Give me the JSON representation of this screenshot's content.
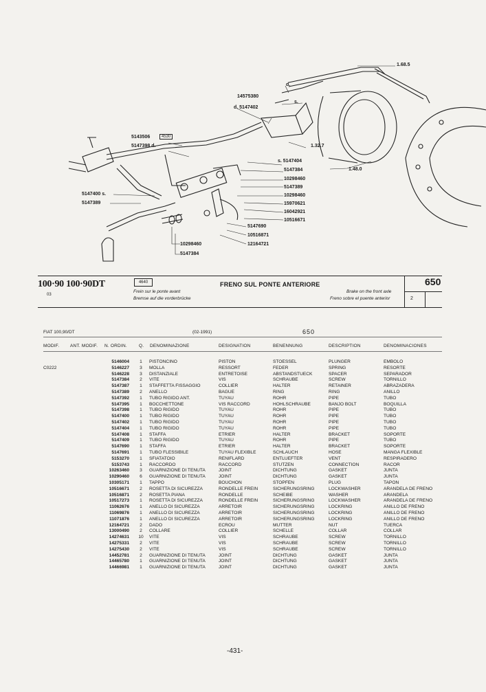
{
  "diagram": {
    "callouts": [
      "1.68.5",
      "d.",
      "14575380",
      "s.",
      "d. 5147402",
      "5143506",
      "4530",
      "5147398 d.",
      "1.32.7",
      "s. 5147404",
      "5147384",
      "10298460",
      "5147389",
      "10298460",
      "15970621",
      "1.48.0",
      "5147400 s.",
      "5147389",
      "16042921",
      "10516671",
      "5147690",
      "10516871",
      "12164721",
      "10298460",
      "5147384"
    ]
  },
  "header": {
    "model": "100·90 100·90DT",
    "model_sub": "03",
    "box_code": "4640",
    "title_it": "FRENO SUL PONTE ANTERIORE",
    "title_fr": "Frein sur le ponte avant",
    "title_de": "Bremse auf die vorderbrücke",
    "title_en": "Brake on the front axle",
    "title_es": "Freno sobre el puente anterior",
    "section": "650",
    "section_sub": "2"
  },
  "table_meta": {
    "model": "FIAT 100,90/DT",
    "date": "(02-1991)",
    "section": "650"
  },
  "columns": [
    "MODIF.",
    "ANT. MODIF.",
    "N. ORDIN.",
    "Q.",
    "DENOMINAZIONE",
    "DESIGNATION",
    "BENENNUNG",
    "DESCRIPTION",
    "DENOMINACIONES"
  ],
  "rows": [
    {
      "mod": "",
      "num": "5146004",
      "q": "1",
      "it": "PISTONCINO",
      "fr": "PISTON",
      "de": "STOESSEL",
      "en": "PLUNGER",
      "es": "EMBOLO"
    },
    {
      "mod": "C0222",
      "num": "5146227",
      "q": "3",
      "it": "MOLLA",
      "fr": "RESSORT",
      "de": "FEDER",
      "en": "SPRING",
      "es": "RESORTE"
    },
    {
      "mod": "",
      "num": "5146228",
      "q": "3",
      "it": "DISTANZIALE",
      "fr": "ENTRETOISE",
      "de": "ABSTANDSTUECK",
      "en": "SPACER",
      "es": "SEPARADOR"
    },
    {
      "mod": "",
      "num": "5147384",
      "q": "2",
      "it": "VITE",
      "fr": "VIS",
      "de": "SCHRAUBE",
      "en": "SCREW",
      "es": "TORNILLO"
    },
    {
      "mod": "",
      "num": "5147387",
      "q": "1",
      "it": "STAFFETTA FISSAGGIO",
      "fr": "COLLIER",
      "de": "HALTER",
      "en": "RETAINER",
      "es": "ABRAZADERA"
    },
    {
      "mod": "",
      "num": "5147389",
      "q": "2",
      "it": "ANELLO",
      "fr": "BAGUE",
      "de": "RING",
      "en": "RING",
      "es": "ANILLO"
    },
    {
      "mod": "",
      "num": "5147392",
      "q": "1",
      "it": "TUBO RIGIDO ANT.",
      "fr": "TUYAU",
      "de": "ROHR",
      "en": "PIPE",
      "es": "TUBO"
    },
    {
      "mod": "",
      "num": "5147395",
      "q": "1",
      "it": "BOCCHETTONE",
      "fr": "VIS RACCORD",
      "de": "HOHLSCHRAUBE",
      "en": "BANJO BOLT",
      "es": "BOQUILLA"
    },
    {
      "mod": "",
      "num": "5147398",
      "q": "1",
      "it": "TUBO RIGIDO",
      "fr": "TUYAU",
      "de": "ROHR",
      "en": "PIPE",
      "es": "TUBO"
    },
    {
      "mod": "",
      "num": "5147400",
      "q": "1",
      "it": "TUBO RIGIDO",
      "fr": "TUYAU",
      "de": "ROHR",
      "en": "PIPE",
      "es": "TUBO"
    },
    {
      "mod": "",
      "num": "5147402",
      "q": "1",
      "it": "TUBO RIGIDO",
      "fr": "TUYAU",
      "de": "ROHR",
      "en": "PIPE",
      "es": "TUBO"
    },
    {
      "mod": "",
      "num": "5147404",
      "q": "1",
      "it": "TUBO RIGIDO",
      "fr": "TUYAU",
      "de": "ROHR",
      "en": "PIPE",
      "es": "TUBO"
    },
    {
      "mod": "",
      "num": "5147408",
      "q": "1",
      "it": "STAFFA",
      "fr": "ETRIER",
      "de": "HALTER",
      "en": "BRACKET",
      "es": "SOPORTE"
    },
    {
      "mod": "",
      "num": "5147409",
      "q": "1",
      "it": "TUBO RIGIDO",
      "fr": "TUYAU",
      "de": "ROHR",
      "en": "PIPE",
      "es": "TUBO"
    },
    {
      "mod": "",
      "num": "5147690",
      "q": "1",
      "it": "STAFFA",
      "fr": "ETRIER",
      "de": "HALTER",
      "en": "BRACKET",
      "es": "SOPORTE"
    },
    {
      "mod": "",
      "num": "5147691",
      "q": "1",
      "it": "TUBO FLESSIBILE",
      "fr": "TUYAU FLEXIBLE",
      "de": "SCHLAUCH",
      "en": "HOSE",
      "es": "MANGA FLEXIBLE"
    },
    {
      "mod": "",
      "num": "5153270",
      "q": "1",
      "it": "SFIATATOIO",
      "fr": "RENIFLARD",
      "de": "ENTLUEFTER",
      "en": "VENT",
      "es": "RESPIRADERO"
    },
    {
      "mod": "",
      "num": "5153743",
      "q": "1",
      "it": "RACCORDO",
      "fr": "RACCORD",
      "de": "STUTZEN",
      "en": "CONNECTION",
      "es": "RACOR"
    },
    {
      "mod": "",
      "num": "10263460",
      "q": "3",
      "it": "GUARNIZIONE DI TENUTA",
      "fr": "JOINT",
      "de": "DICHTUNG",
      "en": "GASKET",
      "es": "JUNTA"
    },
    {
      "mod": "",
      "num": "10290460",
      "q": "6",
      "it": "GUARNIZIONE DI TENUTA",
      "fr": "JOINT",
      "de": "DICHTUNG",
      "en": "GASKET",
      "es": "JUNTA"
    },
    {
      "mod": "",
      "num": "10305171",
      "q": "1",
      "it": "TAPPO",
      "fr": "BOUCHON",
      "de": "STOPFEN",
      "en": "PLUG",
      "es": "TAPON"
    },
    {
      "mod": "",
      "num": "10516671",
      "q": "2",
      "it": "ROSETTA DI SICUREZZA",
      "fr": "RONDELLE FREIN",
      "de": "SICHERUNGSRING",
      "en": "LOCKWASHER",
      "es": "ARANDELA DE FRENO"
    },
    {
      "mod": "",
      "num": "10516871",
      "q": "2",
      "it": "ROSETTA PIANA",
      "fr": "RONDELLE",
      "de": "SCHEIBE",
      "en": "WASHER",
      "es": "ARANDELA"
    },
    {
      "mod": "",
      "num": "10517273",
      "q": "1",
      "it": "ROSETTA DI SICUREZZA",
      "fr": "RONDELLE FREIN",
      "de": "SICHERUNGSRING",
      "en": "LOCKWASHER",
      "es": "ARANDELA DE FRENO"
    },
    {
      "mod": "",
      "num": "11062676",
      "q": "1",
      "it": "ANELLO DI SICUREZZA",
      "fr": "ARRETOIR",
      "de": "SICHERUNGSRING",
      "en": "LOCKRING",
      "es": "ANILLO DE FRENO"
    },
    {
      "mod": "",
      "num": "11069876",
      "q": "1",
      "it": "ANELLO DI SICUREZZA",
      "fr": "ARRETOIR",
      "de": "SICHERUNGSRING",
      "en": "LOCKRING",
      "es": "ANILLO DE FRENO"
    },
    {
      "mod": "",
      "num": "11071876",
      "q": "1",
      "it": "ANELLO DI SICUREZZA",
      "fr": "ARRETOIR",
      "de": "SICHERUNGSRING",
      "en": "LOCKRING",
      "es": "ANILLO DE FRENO"
    },
    {
      "mod": "",
      "num": "12164721",
      "q": "2",
      "it": "DADO",
      "fr": "ECROU",
      "de": "MUTTER",
      "en": "NUT",
      "es": "TUERCA"
    },
    {
      "mod": "",
      "num": "13000490",
      "q": "2",
      "it": "COLLARE",
      "fr": "COLLIER",
      "de": "SCHELLE",
      "en": "COLLAR",
      "es": "COLLAR"
    },
    {
      "mod": "",
      "num": "14274631",
      "q": "10",
      "it": "VITE",
      "fr": "VIS",
      "de": "SCHRAUBE",
      "en": "SCREW",
      "es": "TORNILLO"
    },
    {
      "mod": "",
      "num": "14275331",
      "q": "2",
      "it": "VITE",
      "fr": "VIS",
      "de": "SCHRAUBE",
      "en": "SCREW",
      "es": "TORNILLO"
    },
    {
      "mod": "",
      "num": "14275430",
      "q": "2",
      "it": "VITE",
      "fr": "VIS",
      "de": "SCHRAUBE",
      "en": "SCREW",
      "es": "TORNILLO"
    },
    {
      "mod": "",
      "num": "14452781",
      "q": "2",
      "it": "GUARNIZIONE DI TENUTA",
      "fr": "JOINT",
      "de": "DICHTUNG",
      "en": "GASKET",
      "es": "JUNTA"
    },
    {
      "mod": "",
      "num": "14465780",
      "q": "1",
      "it": "GUARNIZIONE DI TENUTA",
      "fr": "JOINT",
      "de": "DICHTUNG",
      "en": "GASKET",
      "es": "JUNTA"
    },
    {
      "mod": "",
      "num": "14466981",
      "q": "1",
      "it": "GUARNIZIONE DI TENUTA",
      "fr": "JOINT",
      "de": "DICHTUNG",
      "en": "GASKET",
      "es": "JUNTA"
    }
  ],
  "footer": {
    "page": "-431-"
  }
}
